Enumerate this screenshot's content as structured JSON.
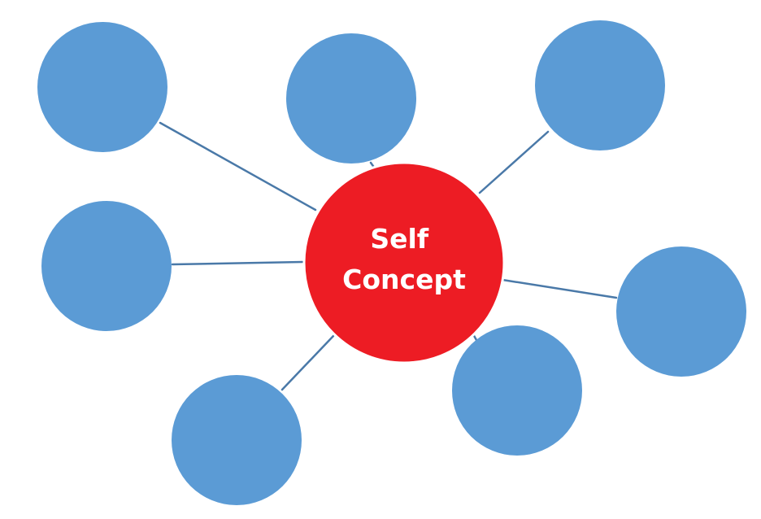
{
  "center": {
    "label_lines": [
      "Self",
      "Concept"
    ],
    "fill_color": "#ed1c24",
    "stroke_color": "#ffffff",
    "text_color": "#ffffff"
  },
  "satellites": {
    "count": 7,
    "fill_color": "#5b9bd5",
    "label": ""
  },
  "connector_color": "#4a79a8"
}
